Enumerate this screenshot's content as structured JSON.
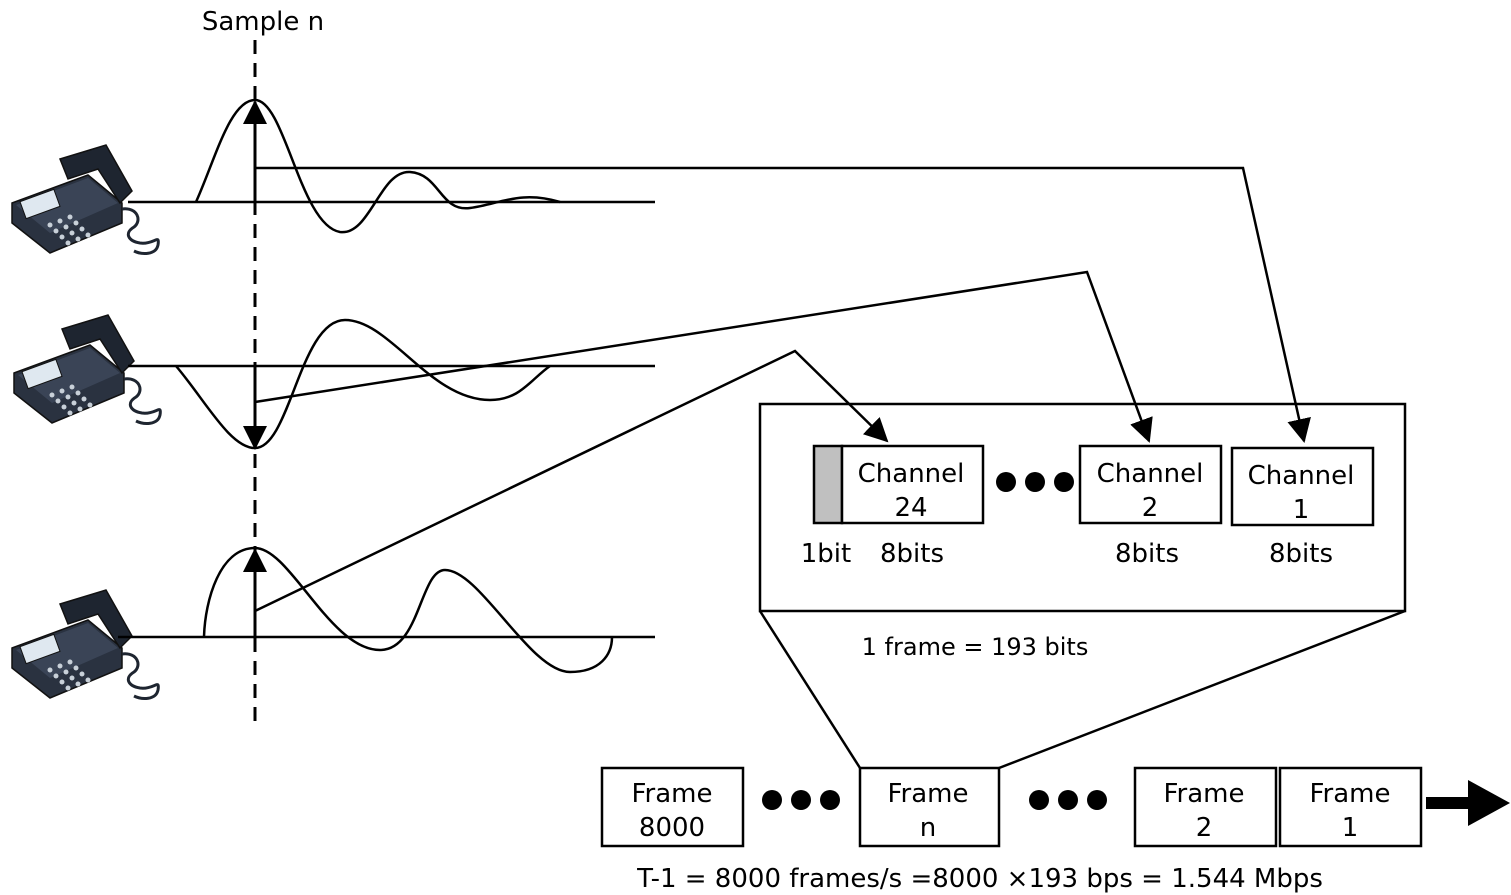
{
  "sample_label": "Sample n",
  "channels": [
    {
      "name": "Channel",
      "number": "24",
      "size": "8bits"
    },
    {
      "name": "Channel",
      "number": "2",
      "size": "8bits"
    },
    {
      "name": "Channel",
      "number": "1",
      "size": "8bits"
    }
  ],
  "framing_bit_label": "1bit",
  "frame_size_label": "1 frame = 193 bits",
  "frames": [
    {
      "name": "Frame",
      "number": "8000"
    },
    {
      "name": "Frame",
      "number": "n"
    },
    {
      "name": "Frame",
      "number": "2"
    },
    {
      "name": "Frame",
      "number": "1"
    }
  ],
  "rate_label": "T-1 = 8000 frames/s =8000 ×193 bps = 1.544 Mbps",
  "telephones": [
    "telephone-icon",
    "telephone-icon",
    "telephone-icon"
  ],
  "colors": {
    "framing_bit": "#c0c0c0",
    "phone_body": "#2a3240",
    "line": "#000000"
  }
}
